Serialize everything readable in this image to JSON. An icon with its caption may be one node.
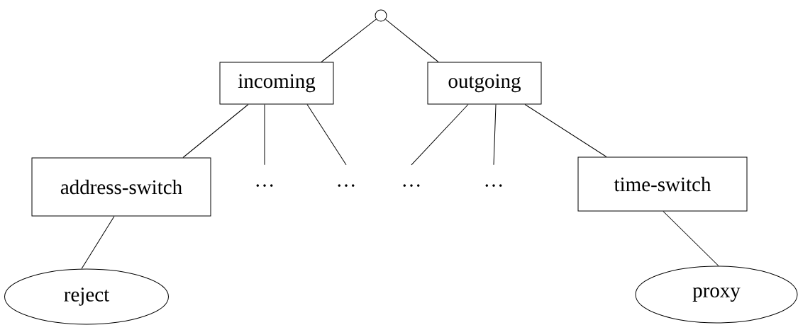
{
  "diagram": {
    "nodes": [
      {
        "text": [],
        "shape": "circle"
      },
      {
        "text": [
          "incoming"
        ]
      },
      {
        "text": [
          "outgoing"
        ]
      },
      {
        "text": [
          "address-switch"
        ]
      },
      {
        "text": [
          "…"
        ]
      },
      {
        "text": [
          "…"
        ]
      },
      {
        "text": [
          "…"
        ]
      },
      {
        "text": [
          "…"
        ]
      },
      {
        "text": [
          "time-switch"
        ]
      },
      {
        "text": [
          "reject"
        ]
      },
      {
        "text": [
          "proxy"
        ]
      }
    ],
    "edges": [
      {
        "from": 0,
        "to": 1,
        "arrow": "none"
      },
      {
        "from": 0,
        "to": 2,
        "arrow": "none"
      },
      {
        "from": 1,
        "to": 3,
        "arrow": "none"
      },
      {
        "from": 1,
        "to": 4,
        "arrow": "none"
      },
      {
        "from": 1,
        "to": 5,
        "arrow": "none"
      },
      {
        "from": 2,
        "to": 6,
        "arrow": "none"
      },
      {
        "from": 2,
        "to": 7,
        "arrow": "none"
      },
      {
        "from": 2,
        "to": 8,
        "arrow": "none"
      },
      {
        "from": 3,
        "to": 9,
        "arrow": "none"
      },
      {
        "from": 8,
        "to": 10,
        "arrow": "none"
      }
    ]
  }
}
